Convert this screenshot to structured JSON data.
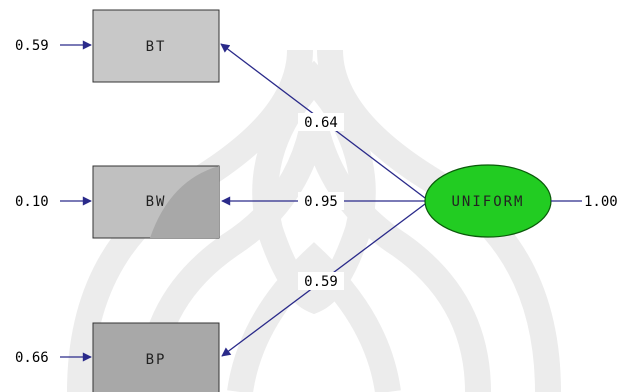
{
  "diagram": {
    "latent": {
      "label": "UNIFORM",
      "variance": "1.00",
      "fill": "#22cc22"
    },
    "indicators": [
      {
        "label": "BT",
        "error": "0.59",
        "loading": "0.64"
      },
      {
        "label": "BW",
        "error": "0.10",
        "loading": "0.95"
      },
      {
        "label": "BP",
        "error": "0.66",
        "loading": "0.59"
      }
    ],
    "colors": {
      "arrow": "#2a2a8a",
      "box_light": "#c8c8c8",
      "box_dark": "#a8a8a8",
      "watermark": "#ececec"
    }
  }
}
